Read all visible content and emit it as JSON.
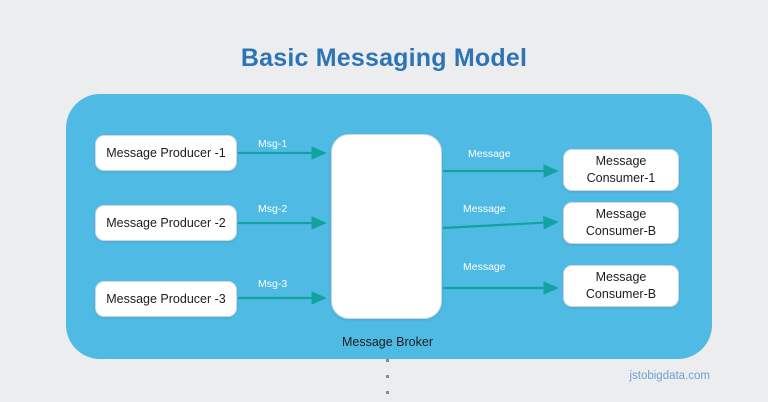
{
  "title": "Basic Messaging Model",
  "colors": {
    "background": "#ecedef",
    "panel": "#4fbbe4",
    "arrow": "#13a2a0",
    "title": "#2e74b5",
    "node_fill": "#ffffff",
    "node_text": "#1d1d1d",
    "arrow_label": "#ffffff",
    "footer": "#6f9fd0",
    "dot": "#8b8b8b"
  },
  "producers": [
    {
      "label": "Message Producer -1"
    },
    {
      "label": "Message Producer -2"
    },
    {
      "label": "Message Producer -3"
    }
  ],
  "broker": {
    "label": "Message Broker",
    "dots": 3
  },
  "consumers": [
    {
      "line1": "Message",
      "line2": "Consumer-1"
    },
    {
      "line1": "Message",
      "line2": "Consumer-B"
    },
    {
      "line1": "Message",
      "line2": "Consumer-B"
    }
  ],
  "inbound_labels": [
    {
      "text": "Msg-1"
    },
    {
      "text": "Msg-2"
    },
    {
      "text": "Msg-3"
    }
  ],
  "outbound_labels": [
    {
      "text": "Message"
    },
    {
      "text": "Message"
    },
    {
      "text": "Message"
    }
  ],
  "footer": "jstobigdata.com"
}
